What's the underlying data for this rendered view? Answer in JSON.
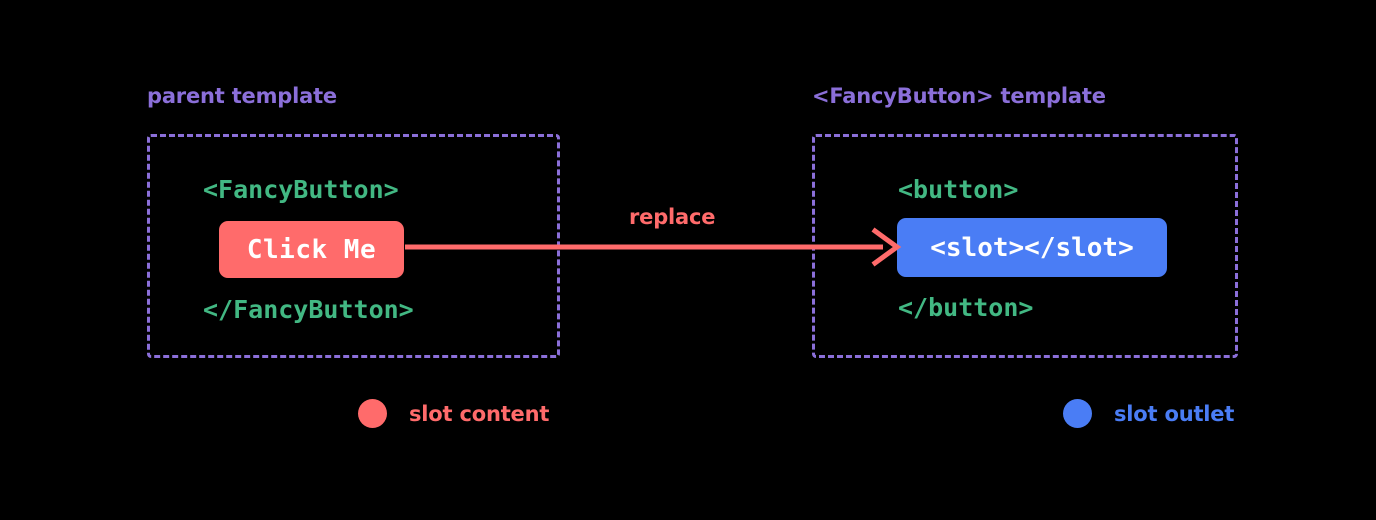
{
  "diagram": {
    "title_left": "parent template",
    "title_right": "<FancyButton> template",
    "background_color": "#000000",
    "colors": {
      "purple": "#8B6FD9",
      "green": "#42B883",
      "red": "#FF6B6B",
      "blue": "#4A7DF5",
      "white": "#FFFFFF"
    }
  },
  "parent_template": {
    "caption": "parent template",
    "open_tag": "<FancyButton>",
    "slot_content": "Click Me",
    "close_tag": "</FancyButton>"
  },
  "fancy_button_template": {
    "caption": "<FancyButton> template",
    "open_tag": "<button>",
    "slot_outlet": "<slot></slot>",
    "close_tag": "</button>"
  },
  "arrow": {
    "label": "replace",
    "direction": "left-to-right",
    "color": "#FF6B6B"
  },
  "legend": [
    {
      "name": "slot-content",
      "label": "slot content",
      "color": "#FF6B6B"
    },
    {
      "name": "slot-outlet",
      "label": "slot outlet",
      "color": "#4A7DF5"
    }
  ]
}
